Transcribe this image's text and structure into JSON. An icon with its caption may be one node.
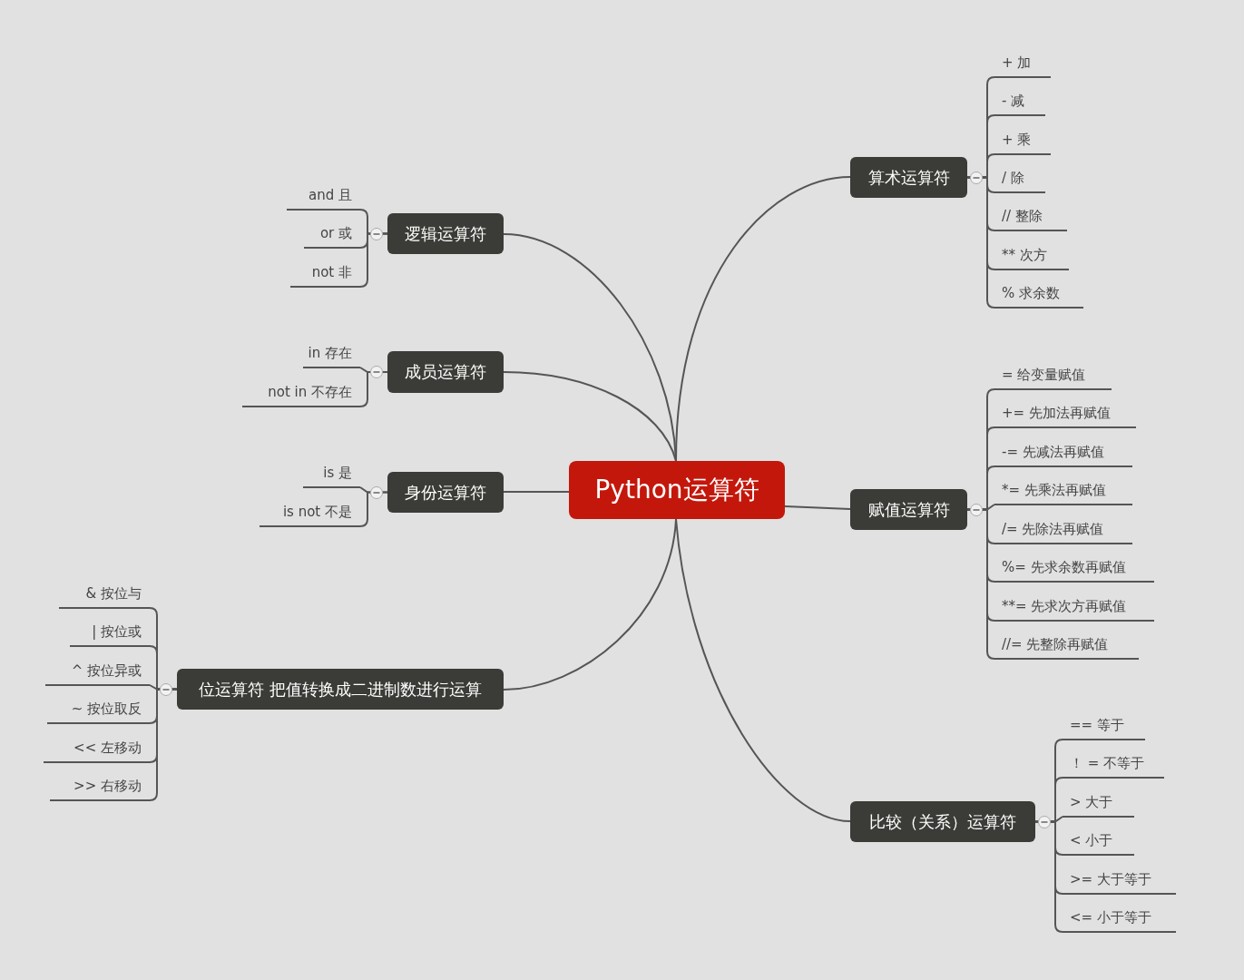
{
  "diagram": {
    "nodes": [
      {
        "text": [
          "Python运算符"
        ]
      },
      {
        "text": [
          "算术运算符"
        ]
      },
      {
        "text": [
          "+ 加"
        ]
      },
      {
        "text": [
          "- 减"
        ]
      },
      {
        "text": [
          "+ 乘"
        ]
      },
      {
        "text": [
          "/ 除"
        ]
      },
      {
        "text": [
          "// 整除"
        ]
      },
      {
        "text": [
          "** 次方"
        ]
      },
      {
        "text": [
          "% 求余数"
        ]
      },
      {
        "text": [
          "逻辑运算符"
        ]
      },
      {
        "text": [
          "and 且"
        ]
      },
      {
        "text": [
          "or 或"
        ]
      },
      {
        "text": [
          "not 非"
        ]
      },
      {
        "text": [
          "成员运算符"
        ]
      },
      {
        "text": [
          "in 存在"
        ]
      },
      {
        "text": [
          "not in 不存在"
        ]
      },
      {
        "text": [
          "身份运算符"
        ]
      },
      {
        "text": [
          "is 是"
        ]
      },
      {
        "text": [
          "is not 不是"
        ]
      },
      {
        "text": [
          "赋值运算符"
        ]
      },
      {
        "text": [
          "= 给变量赋值"
        ]
      },
      {
        "text": [
          "+= 先加法再赋值"
        ]
      },
      {
        "text": [
          "-= 先减法再赋值"
        ]
      },
      {
        "text": [
          "*= 先乘法再赋值"
        ]
      },
      {
        "text": [
          "/= 先除法再赋值"
        ]
      },
      {
        "text": [
          "%= 先求余数再赋值"
        ]
      },
      {
        "text": [
          "**= 先求次方再赋值"
        ]
      },
      {
        "text": [
          "//= 先整除再赋值"
        ]
      },
      {
        "text": [
          "位运算符 把值转换成二进制数进行运算"
        ]
      },
      {
        "text": [
          "& 按位与"
        ]
      },
      {
        "text": [
          "| 按位或"
        ]
      },
      {
        "text": [
          "^ 按位异或"
        ]
      },
      {
        "text": [
          "~ 按位取反"
        ]
      },
      {
        "text": [
          "<< 左移动"
        ]
      },
      {
        "text": [
          ">> 右移动"
        ]
      },
      {
        "text": [
          "比较（关系）运算符"
        ]
      },
      {
        "text": [
          "== 等于"
        ]
      },
      {
        "text": [
          "！ = 不等于"
        ]
      },
      {
        "text": [
          "> 大于"
        ]
      },
      {
        "text": [
          "< 小于"
        ]
      },
      {
        "text": [
          ">= 大于等于"
        ]
      },
      {
        "text": [
          "<= 小于等于"
        ]
      }
    ],
    "edges": [
      {
        "from": 0,
        "to": 1,
        "arrow": "none"
      },
      {
        "from": 0,
        "to": 9,
        "arrow": "none"
      },
      {
        "from": 0,
        "to": 13,
        "arrow": "none"
      },
      {
        "from": 0,
        "to": 16,
        "arrow": "none"
      },
      {
        "from": 0,
        "to": 19,
        "arrow": "none"
      },
      {
        "from": 0,
        "to": 28,
        "arrow": "none"
      },
      {
        "from": 0,
        "to": 35,
        "arrow": "none"
      },
      {
        "from": 1,
        "to": 2,
        "arrow": "none"
      },
      {
        "from": 1,
        "to": 3,
        "arrow": "none"
      },
      {
        "from": 1,
        "to": 4,
        "arrow": "none"
      },
      {
        "from": 1,
        "to": 5,
        "arrow": "none"
      },
      {
        "from": 1,
        "to": 6,
        "arrow": "none"
      },
      {
        "from": 1,
        "to": 7,
        "arrow": "none"
      },
      {
        "from": 1,
        "to": 8,
        "arrow": "none"
      },
      {
        "from": 9,
        "to": 10,
        "arrow": "none"
      },
      {
        "from": 9,
        "to": 11,
        "arrow": "none"
      },
      {
        "from": 9,
        "to": 12,
        "arrow": "none"
      },
      {
        "from": 13,
        "to": 14,
        "arrow": "none"
      },
      {
        "from": 13,
        "to": 15,
        "arrow": "none"
      },
      {
        "from": 16,
        "to": 17,
        "arrow": "none"
      },
      {
        "from": 16,
        "to": 18,
        "arrow": "none"
      },
      {
        "from": 19,
        "to": 20,
        "arrow": "none"
      },
      {
        "from": 19,
        "to": 21,
        "arrow": "none"
      },
      {
        "from": 19,
        "to": 22,
        "arrow": "none"
      },
      {
        "from": 19,
        "to": 23,
        "arrow": "none"
      },
      {
        "from": 19,
        "to": 24,
        "arrow": "none"
      },
      {
        "from": 19,
        "to": 25,
        "arrow": "none"
      },
      {
        "from": 19,
        "to": 26,
        "arrow": "none"
      },
      {
        "from": 19,
        "to": 27,
        "arrow": "none"
      },
      {
        "from": 28,
        "to": 29,
        "arrow": "none"
      },
      {
        "from": 28,
        "to": 30,
        "arrow": "none"
      },
      {
        "from": 28,
        "to": 31,
        "arrow": "none"
      },
      {
        "from": 28,
        "to": 32,
        "arrow": "none"
      },
      {
        "from": 28,
        "to": 33,
        "arrow": "none"
      },
      {
        "from": 28,
        "to": 34,
        "arrow": "none"
      },
      {
        "from": 35,
        "to": 36,
        "arrow": "none"
      },
      {
        "from": 35,
        "to": 37,
        "arrow": "none"
      },
      {
        "from": 35,
        "to": 38,
        "arrow": "none"
      },
      {
        "from": 35,
        "to": 39,
        "arrow": "none"
      },
      {
        "from": 35,
        "to": 40,
        "arrow": "none"
      },
      {
        "from": 35,
        "to": 41,
        "arrow": "none"
      }
    ]
  }
}
